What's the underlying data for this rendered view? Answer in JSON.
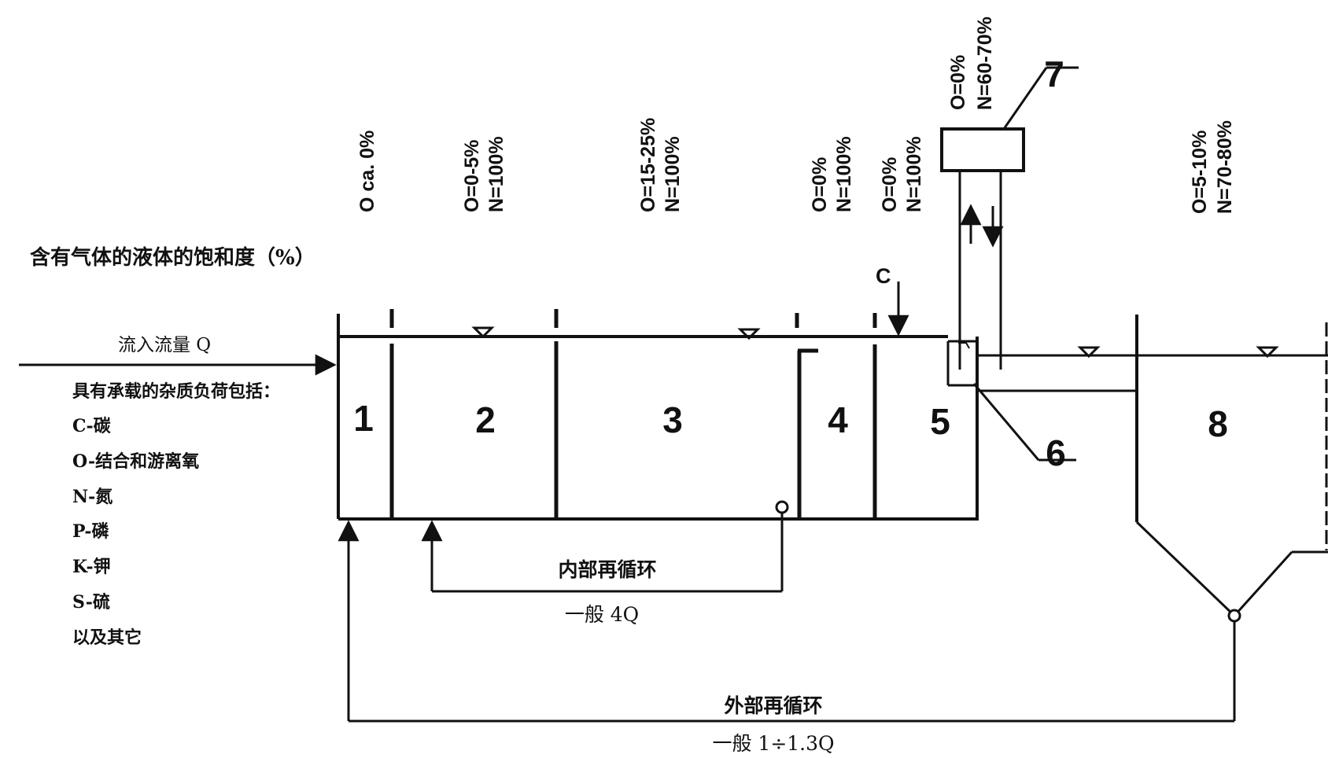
{
  "heading": "含有气体的液体的饱和度（%）",
  "inflow": {
    "label": "流入流量 Q",
    "loads_title": "具有承载的杂质负荷包括：",
    "loads": [
      "C-碳",
      "O-结合和游离氧",
      "N-氮",
      "P-磷",
      "K-钾",
      "S-硫",
      "以及其它"
    ]
  },
  "zones": [
    {
      "number": "1",
      "saturation": [
        "O ca. 0%"
      ]
    },
    {
      "number": "2",
      "saturation": [
        "O=0-5%",
        "N=100%"
      ]
    },
    {
      "number": "3",
      "saturation": [
        "O=15-25%",
        "N=100%"
      ]
    },
    {
      "number": "4",
      "saturation": [
        "O=0%",
        "N=100%"
      ]
    },
    {
      "number": "5",
      "saturation": [
        "O=0%",
        "N=100%"
      ]
    },
    {
      "number": "6",
      "saturation": []
    },
    {
      "number": "7",
      "saturation": [
        "O=0%",
        "N=60-70%"
      ]
    },
    {
      "number": "8",
      "saturation": [
        "O=5-10%",
        "N=70-80%"
      ]
    }
  ],
  "carbon_dose_label": "C",
  "internal_recirculation": {
    "label": "内部再循环",
    "rate": "一般 4Q"
  },
  "external_recirculation": {
    "label": "外部再循环",
    "rate": "一般 1÷1.3Q"
  }
}
